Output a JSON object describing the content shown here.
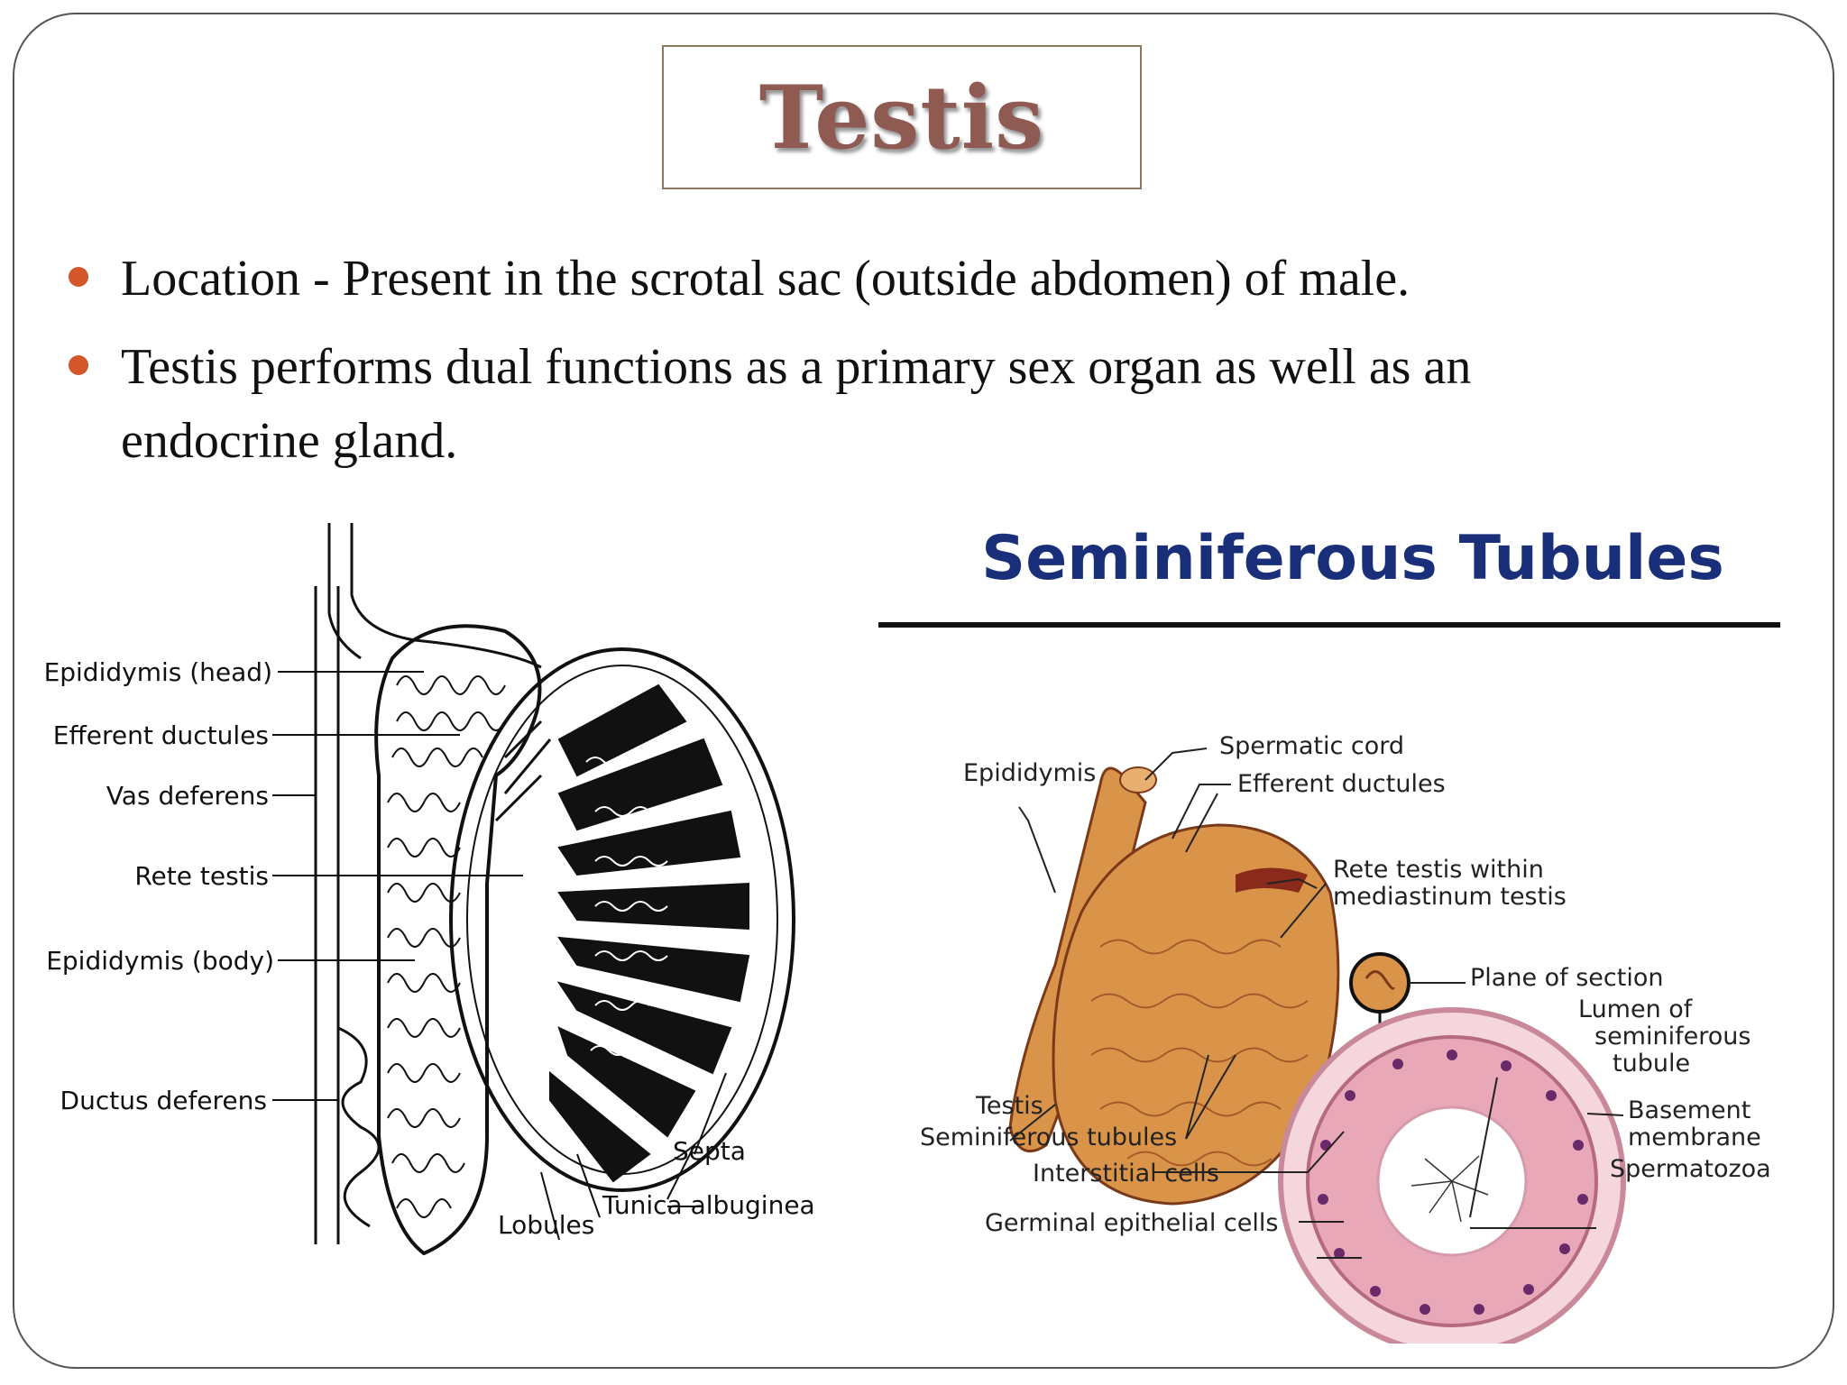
{
  "slide": {
    "title": "Testis",
    "bullets": [
      "Location - Present in the scrotal sac (outside abdomen) of male.",
      "Testis performs dual functions as a primary sex organ as well as an endocrine gland."
    ]
  },
  "left_diagram": {
    "labels": {
      "epididymis_head": "Epididymis (head)",
      "efferent_ductules": "Efferent ductules",
      "vas_deferens": "Vas deferens",
      "rete_testis": "Rete testis",
      "epididymis_body": "Epididymis (body)",
      "ductus_deferens": "Ductus deferens",
      "septa": "Septa",
      "tunica_albuginea": "Tunica albuginea",
      "lobules": "Lobules"
    }
  },
  "right_diagram": {
    "title": "Seminiferous Tubules",
    "labels": {
      "spermatic_cord": "Spermatic cord",
      "epididymis": "Epididymis",
      "efferent_ductules": "Efferent ductules",
      "rete_testis_1": "Rete testis within",
      "rete_testis_2": "mediastinum testis",
      "plane_of_section": "Plane of section",
      "lumen_1": "Lumen of",
      "lumen_2": "seminiferous",
      "lumen_3": "tubule",
      "testis": "Testis",
      "seminiferous_tubules": "Seminiferous tubules",
      "basement_1": "Basement",
      "basement_2": "membrane",
      "interstitial_cells": "Interstitial cells",
      "spermatozoa": "Spermatozoa",
      "germinal_epithelial_cells": "Germinal epithelial cells"
    }
  },
  "colors": {
    "bullet": "#d2562a",
    "title": "#8e5a52",
    "title_border": "#8a7a62",
    "diagram_title": "#1a2f7a",
    "testis_fill": "#d9944a",
    "tubule_fill": "#e8a8b8"
  }
}
